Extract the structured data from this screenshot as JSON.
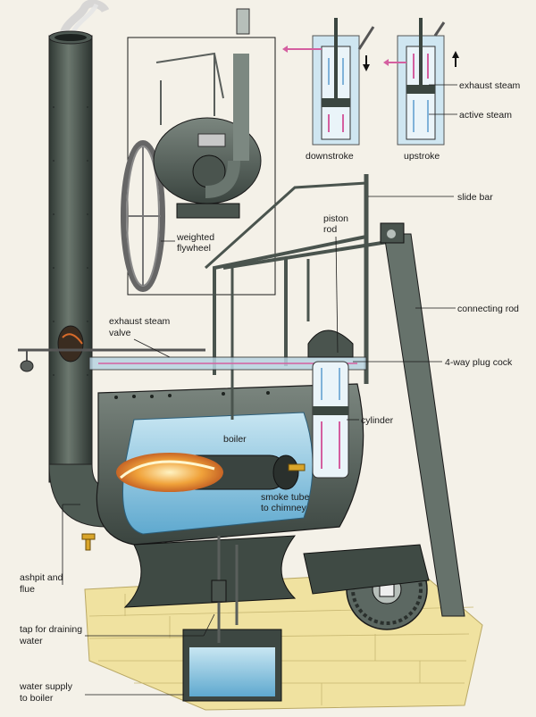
{
  "labels": {
    "weighted_flywheel_1": "weighted",
    "weighted_flywheel_2": "flywheel",
    "downstroke": "downstroke",
    "upstroke": "upstroke",
    "exhaust_steam": "exhaust steam",
    "active_steam": "active steam",
    "slide_bar": "slide bar",
    "piston_rod_1": "piston",
    "piston_rod_2": "rod",
    "connecting_rod": "connecting rod",
    "exhaust_valve_1": "exhaust steam",
    "exhaust_valve_2": "valve",
    "plug_cock": "4-way plug cock",
    "cylinder": "cylinder",
    "boiler": "boiler",
    "smoke_tube_1": "smoke tube",
    "smoke_tube_2": "to chimney",
    "ashpit_1": "ashpit and",
    "ashpit_2": "flue",
    "tap_1": "tap for draining",
    "tap_2": "water",
    "water_supply_1": "water supply",
    "water_supply_2": "to boiler"
  },
  "colors": {
    "background": "#f4f1e8",
    "metal_dark": "#3f4a44",
    "metal_mid": "#66726b",
    "water": "#a9d6ea",
    "water_deep": "#6fb7d8",
    "fire": "#e08a2a",
    "brick": "#f0e2a0",
    "steam_active": "#7fb2d9",
    "steam_exhaust": "#d45fa0"
  }
}
